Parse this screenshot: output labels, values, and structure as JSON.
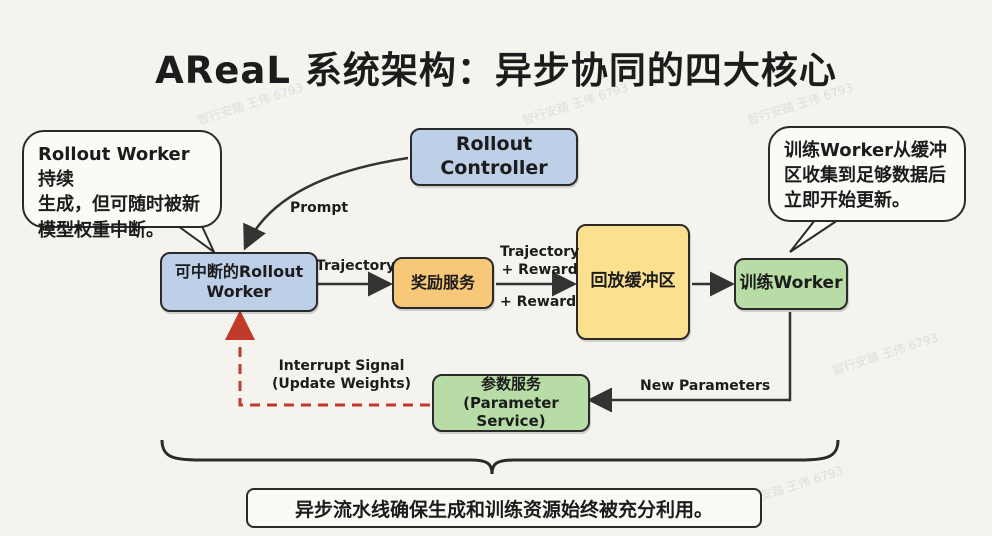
{
  "title": "AReaL 系统架构：异步协同的四大核心",
  "nodes": {
    "rollout_controller": "Rollout\nController",
    "rollout_worker": "可中断的Rollout\nWorker",
    "reward_service": "奖励服务",
    "replay_buffer": "回放缓冲区",
    "training_worker": "训练Worker",
    "parameter_service": "参数服务\n(Parameter Service)"
  },
  "bubbles": {
    "left": "Rollout Worker持续\n生成，但可随时被新\n模型权重中断。",
    "right": "训练Worker从缓冲\n区收集到足够数据后\n立即开始更新。"
  },
  "edges": {
    "prompt": "Prompt",
    "trajectory": "Trajectory",
    "trajectory_reward": "Trajectory\n+ Reward",
    "plus_reward": "+ Reward",
    "new_parameters": "New Parameters",
    "interrupt": "Interrupt Signal\n(Update Weights)"
  },
  "summary": "异步流水线确保生成和训练资源始终被充分利用。",
  "watermark": "智行安踏 王伟 6793",
  "colors": {
    "blue": "#bdd0e8",
    "orange": "#f6c878",
    "yellow": "#fbe08f",
    "green": "#b8dca6",
    "interrupt_line": "#c0392b"
  }
}
